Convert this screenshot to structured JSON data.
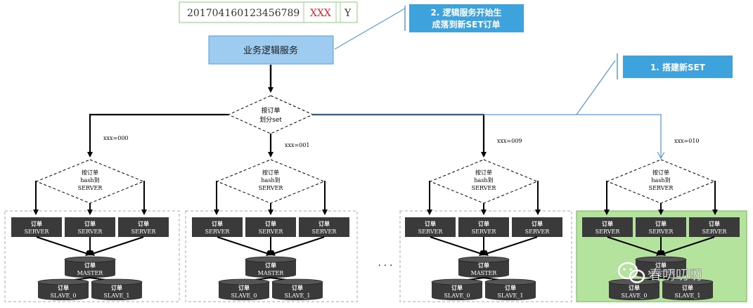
{
  "order_id": {
    "id": "201704160123456789",
    "xxx": "XXX",
    "flag": "Y"
  },
  "service": {
    "label": "业务逻辑服务"
  },
  "callout2": {
    "line1": "2. 逻辑服务开始生",
    "line2": "成落到新SET订单"
  },
  "callout1": {
    "label": "1. 搭建新SET"
  },
  "router": {
    "line1": "按订单",
    "line2": "划分set"
  },
  "sets": [
    {
      "route": "xxx=000",
      "hash": [
        "按订单",
        "hash到",
        "SERVER"
      ],
      "servers": [
        "订单",
        "SERVER"
      ],
      "master": [
        "订单",
        "MASTER"
      ],
      "slaves": [
        [
          "订单",
          "SLAVE_0"
        ],
        [
          "订单",
          "SLAVE_1"
        ]
      ]
    },
    {
      "route": "xxx=001",
      "hash": [
        "按订单",
        "hash到",
        "SERVER"
      ],
      "servers": [
        "订单",
        "SERVER"
      ],
      "master": [
        "订单",
        "MASTER"
      ],
      "slaves": [
        [
          "订单",
          "SLAVE_0"
        ],
        [
          "订单",
          "SLAVE_1"
        ]
      ]
    },
    {
      "route": "xxx=009",
      "hash": [
        "按订单",
        "hash到",
        "SERVER"
      ],
      "servers": [
        "订单",
        "SERVER"
      ],
      "master": [
        "订单",
        "MASTER"
      ],
      "slaves": [
        [
          "订单",
          "SLAVE_0"
        ],
        [
          "订单",
          "SLAVE_1"
        ]
      ]
    },
    {
      "route": "xxx=010",
      "hash": [
        "按订单",
        "hash到",
        "SERVER"
      ],
      "servers": [
        "订单",
        "SERVER"
      ],
      "master": [
        "订单",
        "MASTER"
      ],
      "slaves": [
        [
          "订单",
          "SLAVE_0"
        ],
        [
          "订单",
          "SLAVE_1"
        ]
      ]
    }
  ],
  "ellipsis": ". . .",
  "watermark": {
    "label": "春叨叨叨"
  },
  "colors": {
    "service_fill": "#9ecbf0",
    "callout_fill": "#3ea2dc",
    "new_set_fill": "#b4e39e",
    "node_fill": "#3a3a3a",
    "accent_line": "#5b9bd5",
    "red": "#e0202a"
  }
}
